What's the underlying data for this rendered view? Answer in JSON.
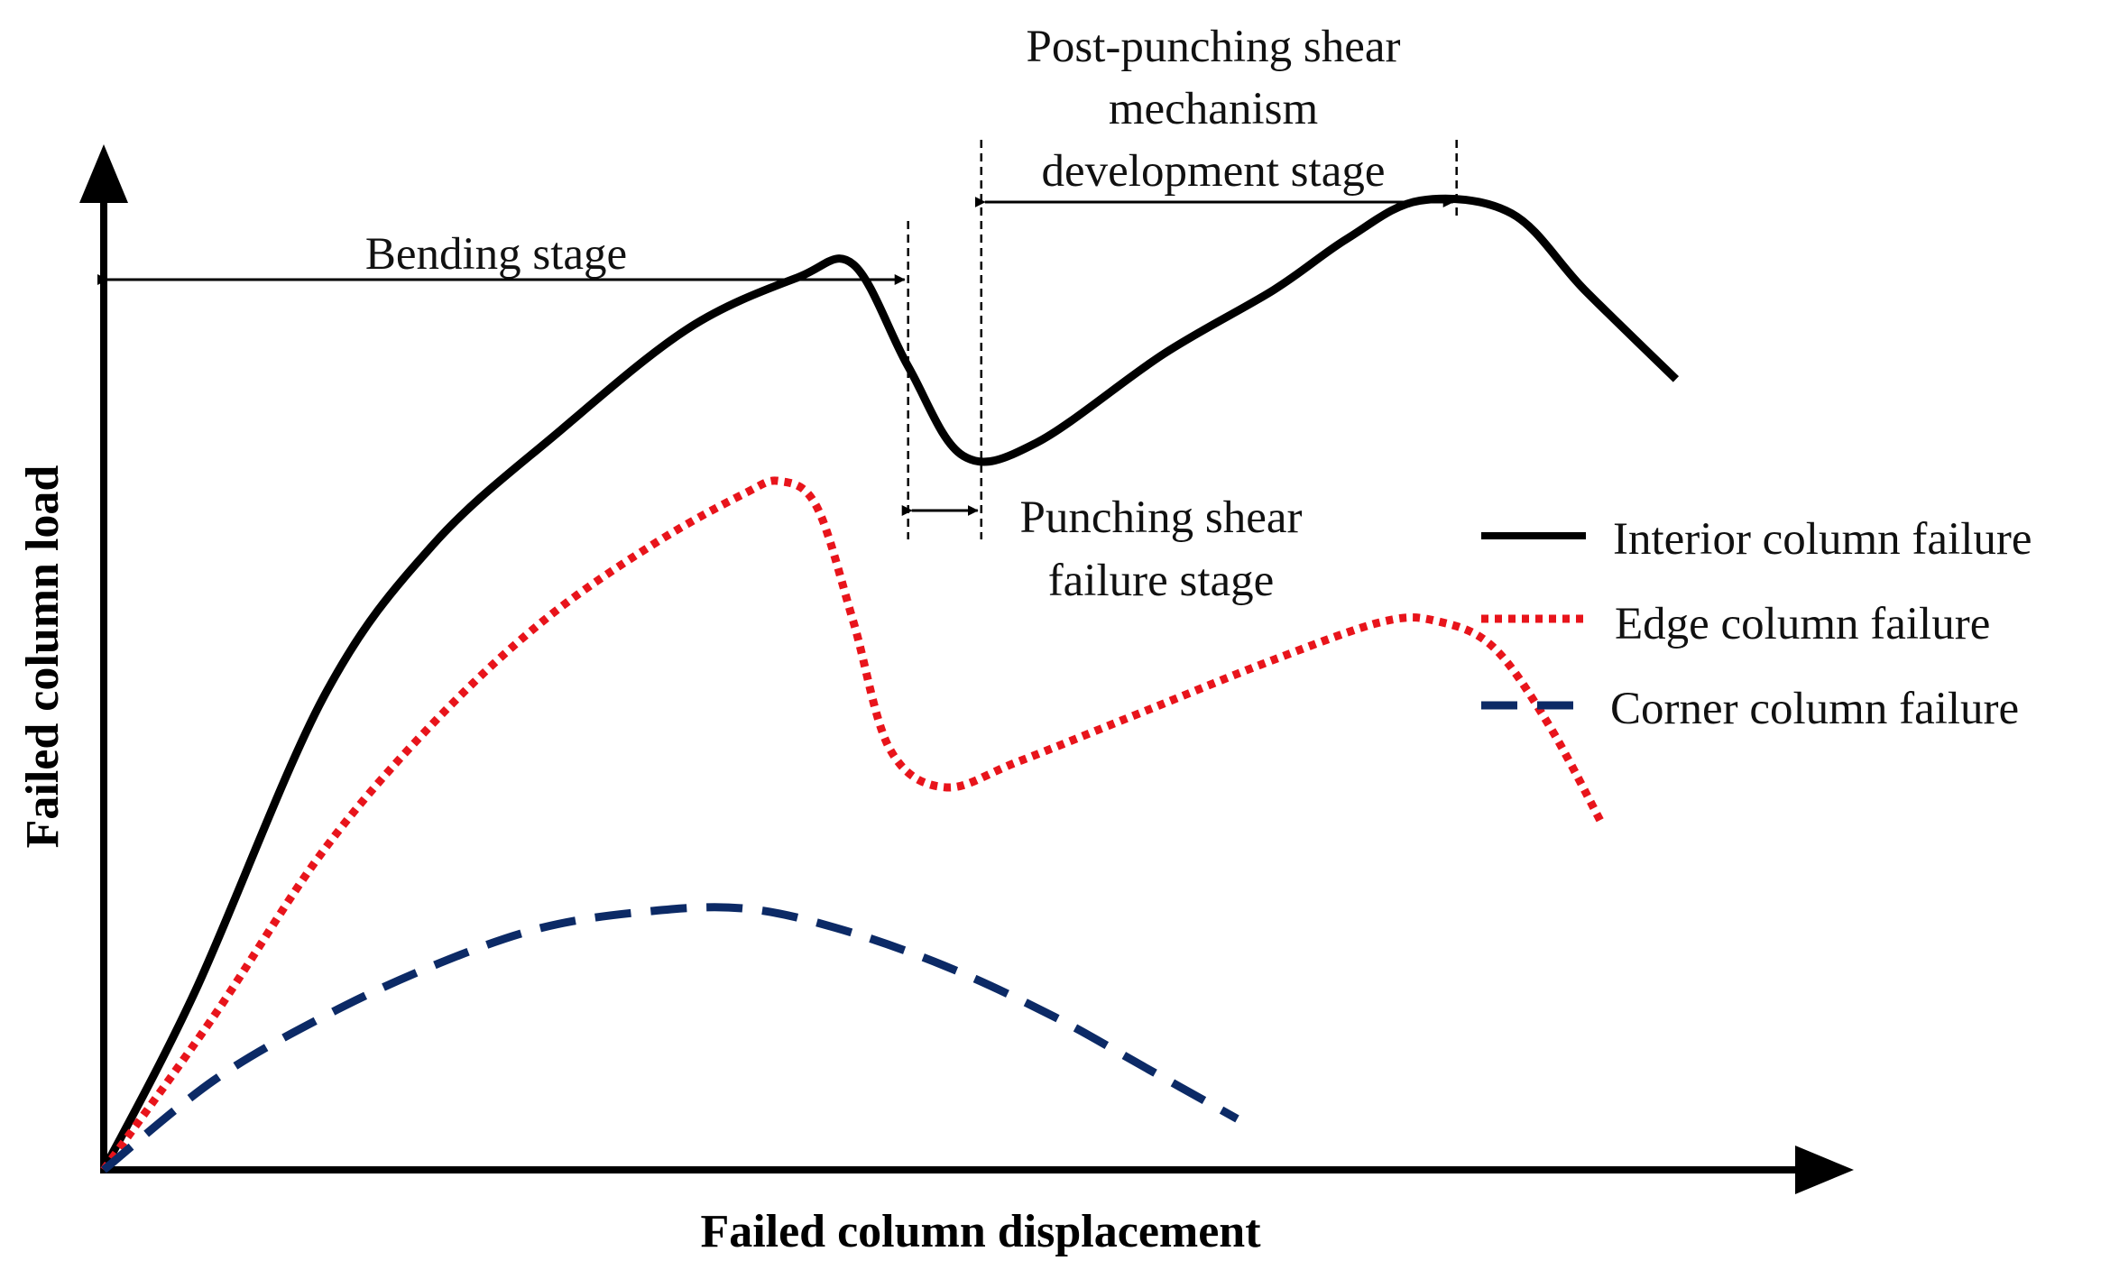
{
  "chart_data": {
    "type": "line",
    "xlabel": "Failed column displacement",
    "ylabel": "Failed column load",
    "series": [
      {
        "name": "Interior column failure",
        "style": "solid",
        "color": "#000000",
        "points": [
          [
            0,
            0
          ],
          [
            5,
            14
          ],
          [
            12,
            37
          ],
          [
            18,
            49
          ],
          [
            25,
            58
          ],
          [
            32,
            66
          ],
          [
            38,
            70
          ],
          [
            41,
            71
          ],
          [
            44,
            63
          ],
          [
            47,
            56
          ],
          [
            51,
            57
          ],
          [
            58,
            64
          ],
          [
            64,
            69
          ],
          [
            68,
            73
          ],
          [
            72,
            76
          ],
          [
            77,
            75
          ],
          [
            81,
            69
          ],
          [
            86,
            62
          ]
        ]
      },
      {
        "name": "Edge column failure",
        "style": "dotted",
        "color": "#e8141b",
        "points": [
          [
            0,
            0
          ],
          [
            6,
            12
          ],
          [
            12,
            25
          ],
          [
            18,
            35
          ],
          [
            24,
            43
          ],
          [
            30,
            49
          ],
          [
            35,
            53
          ],
          [
            37,
            54
          ],
          [
            39,
            52
          ],
          [
            41,
            43
          ],
          [
            43,
            33
          ],
          [
            46,
            30
          ],
          [
            50,
            32
          ],
          [
            57,
            36
          ],
          [
            64,
            40
          ],
          [
            70,
            43
          ],
          [
            73,
            43
          ],
          [
            76,
            41
          ],
          [
            79,
            35
          ],
          [
            82,
            27
          ]
        ]
      },
      {
        "name": "Corner column failure",
        "style": "dashed",
        "color": "#0c2a66",
        "points": [
          [
            0,
            0
          ],
          [
            6,
            7
          ],
          [
            12,
            12
          ],
          [
            18,
            16
          ],
          [
            24,
            19
          ],
          [
            30,
            20.3
          ],
          [
            35,
            20.5
          ],
          [
            40,
            19
          ],
          [
            46,
            16
          ],
          [
            52,
            12
          ],
          [
            57,
            8
          ],
          [
            62,
            4
          ]
        ]
      }
    ],
    "annotations": {
      "bending": "Bending stage",
      "punching_line1": "Punching shear",
      "punching_line2": "failure stage",
      "post_line1": "Post-punching shear",
      "post_line2": "mechanism",
      "post_line3": "development stage"
    },
    "stage_boundaries_x": [
      0,
      44,
      48,
      74
    ],
    "xlim": [
      0,
      94
    ],
    "ylim": [
      0,
      79
    ],
    "grid": false,
    "legend_position": "right"
  }
}
